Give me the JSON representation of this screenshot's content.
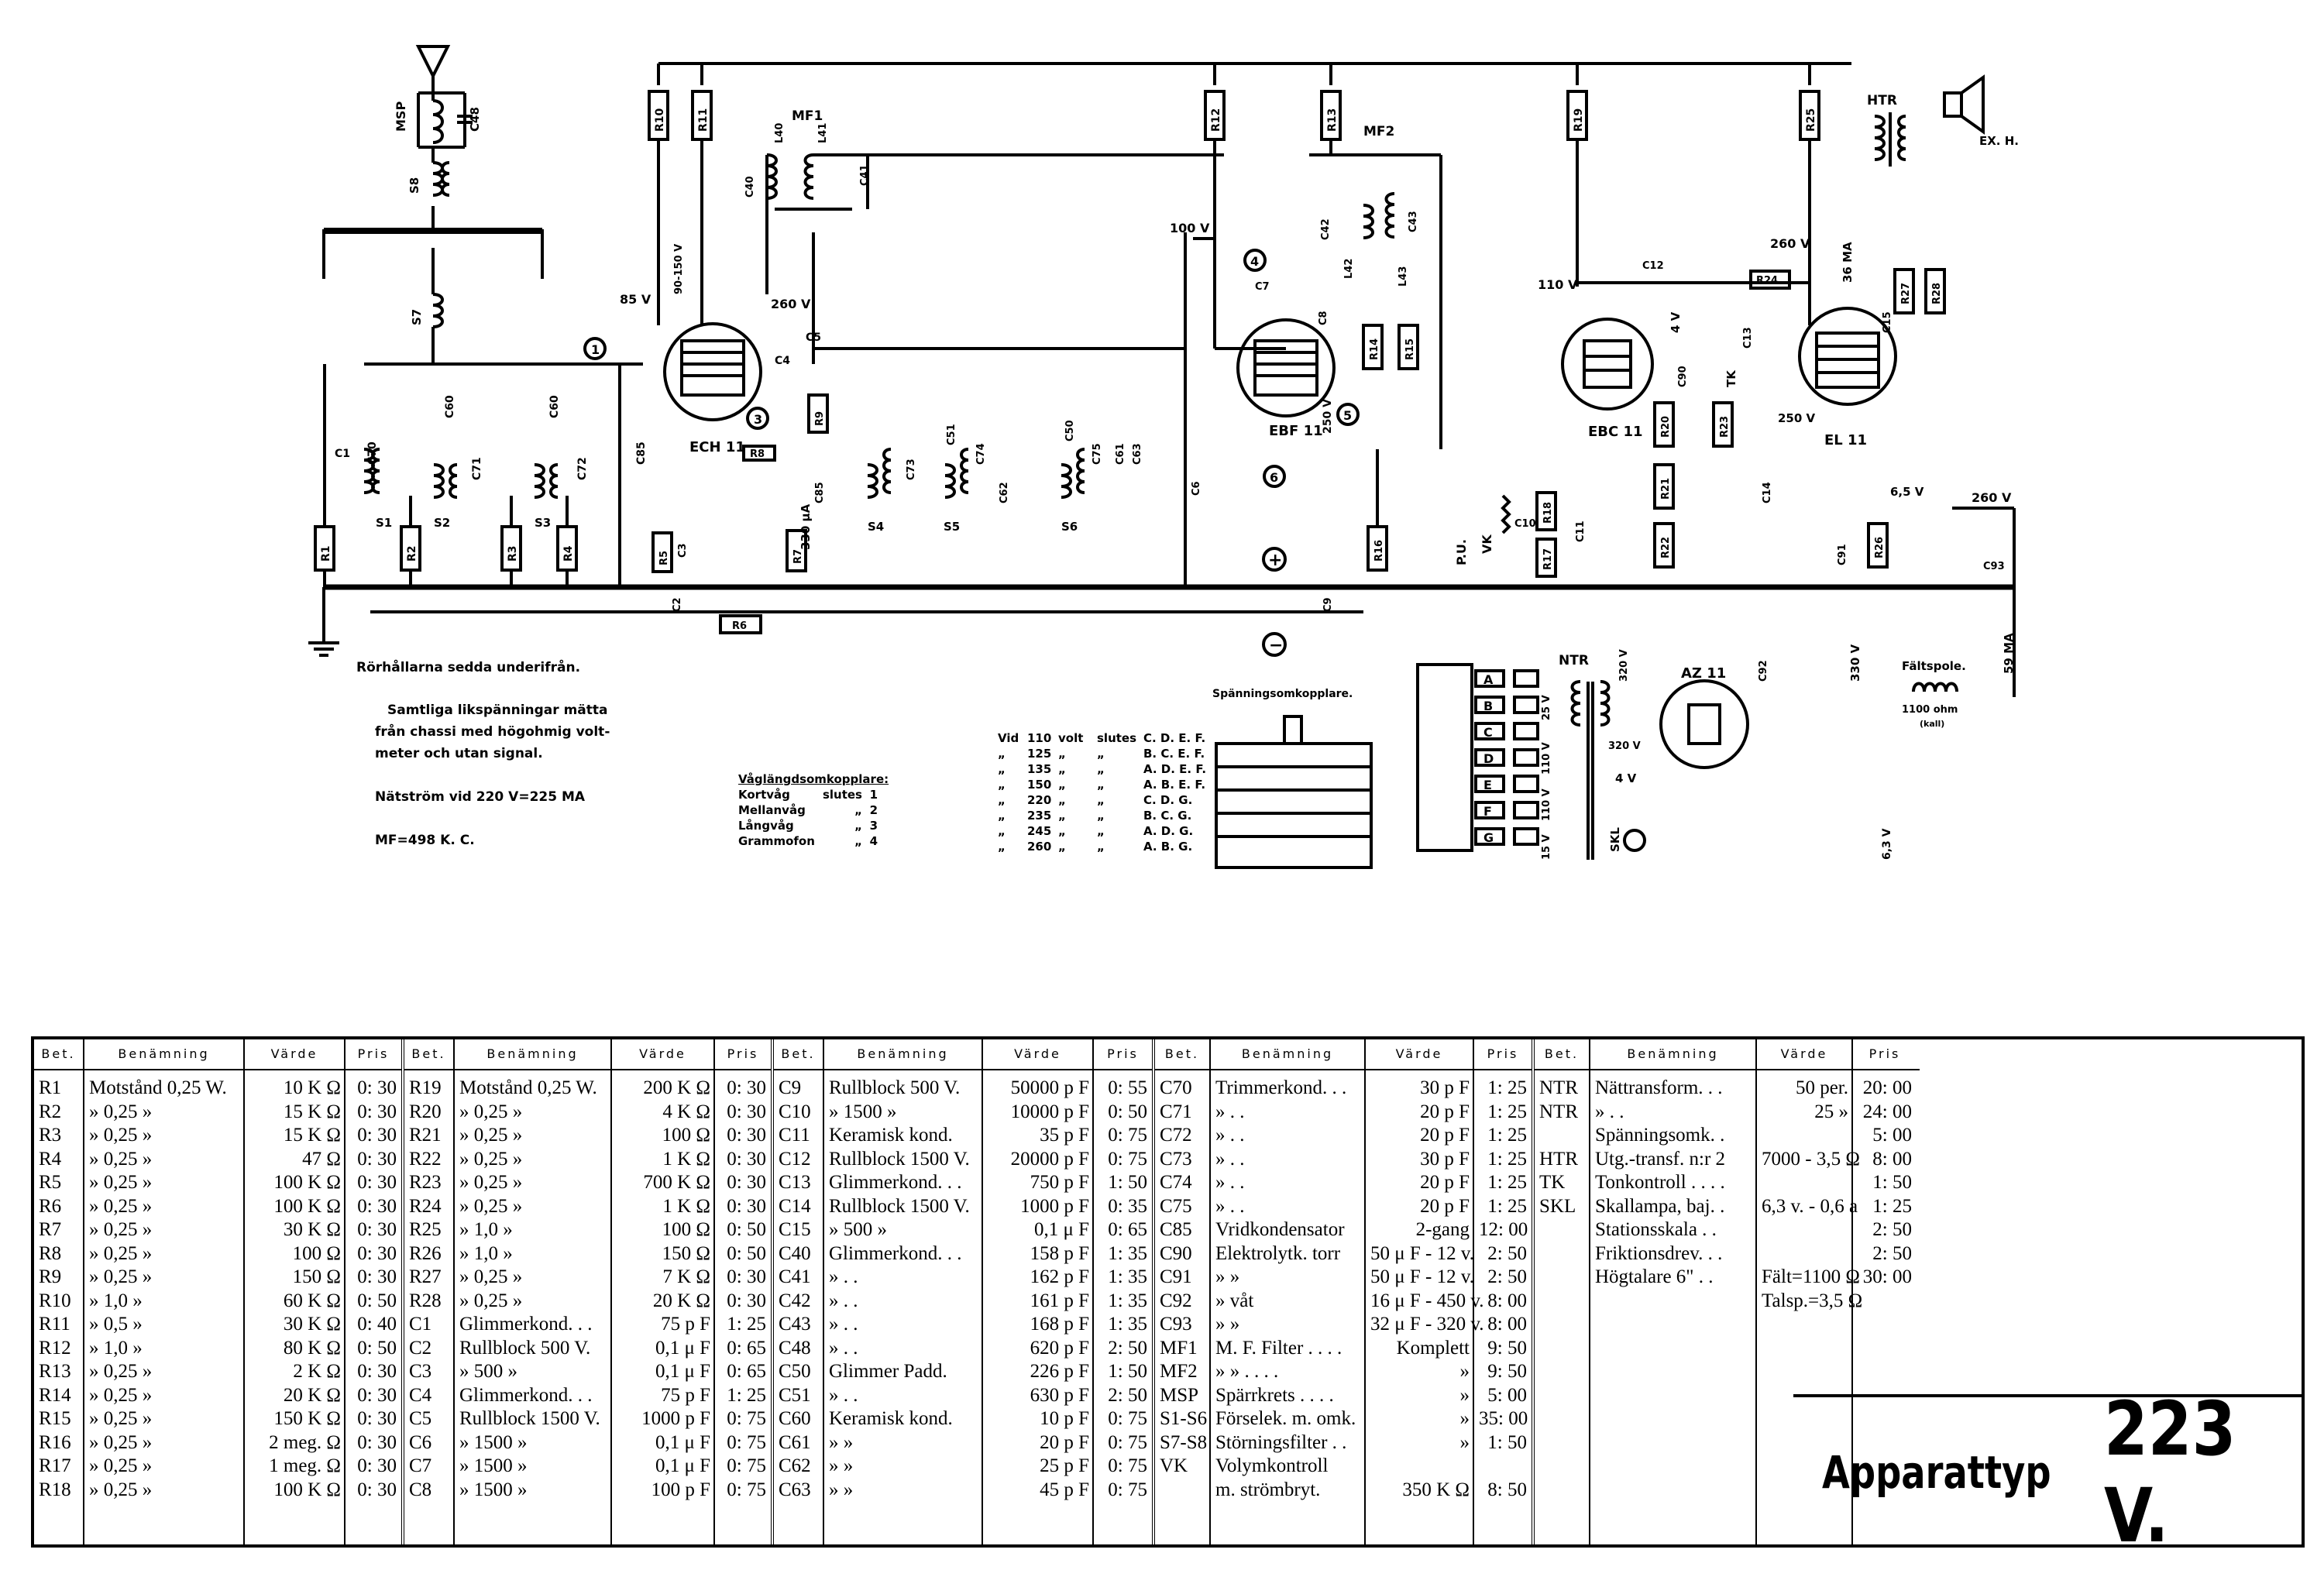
{
  "schematic": {
    "labels": {
      "antenna_coil": "MSP",
      "c48": "C48",
      "s8": "S8",
      "s7": "S7",
      "mf1": "MF1",
      "mf2": "MF2",
      "htr": "HTR",
      "ntr": "NTR",
      "ech11": "ECH 11",
      "ebf11": "EBF 11",
      "ebc11": "EBC 11",
      "el11": "EL 11",
      "az11": "AZ 11",
      "r1": "R1",
      "r2": "R2",
      "r3": "R3",
      "r4": "R4",
      "r5": "R5",
      "r6": "R6",
      "r7": "R7",
      "r8": "R8",
      "r9": "R9",
      "r10": "R10",
      "r11": "R11",
      "r12": "R12",
      "r13": "R13",
      "r14": "R14",
      "r15": "R15",
      "r16": "R16",
      "r17": "R17",
      "r18": "R18",
      "r19": "R19",
      "r20": "R20",
      "r21": "R21",
      "r22": "R22",
      "r23": "R23",
      "r24": "R24",
      "r25": "R25",
      "r26": "R26",
      "r27": "R27",
      "r28": "R28",
      "s1": "S1",
      "s2": "S2",
      "s3": "S3",
      "s4": "S4",
      "s5": "S5",
      "s6": "S6",
      "c1": "C1",
      "c2": "C2",
      "c3": "C3",
      "c4": "C4",
      "c5": "C5",
      "c6": "C6",
      "c7": "C7",
      "c8": "C8",
      "c9": "C9",
      "c10": "C10",
      "c11": "C11",
      "c12": "C12",
      "c13": "C13",
      "c14": "C14",
      "c15": "C15",
      "c40": "C40",
      "c41": "C41",
      "c42": "C42",
      "c43": "C43",
      "c50": "C50",
      "c51": "C51",
      "c60": "C60",
      "c61": "C61",
      "c62": "C62",
      "c63": "C63",
      "c70": "C70",
      "c71": "C71",
      "c72": "C72",
      "c73": "C73",
      "c74": "C74",
      "c75": "C75",
      "c85": "C85",
      "c90": "C90",
      "c91": "C91",
      "c92": "C92",
      "c93": "C93",
      "l40": "L40",
      "l41": "L41",
      "l42": "L42",
      "l43": "L43",
      "tk": "TK",
      "vk": "VK",
      "pu": "P.U.",
      "exh": "EX. H.",
      "skl": "SKL",
      "v85": "85 V",
      "v90": "90-150 V",
      "v260a": "260 V",
      "v100": "100 V",
      "v250": "250 V",
      "v110": "110 V",
      "v4": "4 V",
      "v260b": "260 V",
      "ma36": "36 MA",
      "v250b": "250 V",
      "v6_5": "6,5 V",
      "v260c": "260 V",
      "ma59": "59 MA",
      "v330": "330 V",
      "v320a": "320 V",
      "v320b": "320 V",
      "v25": "25 V",
      "v110b": "110 V",
      "v4b": "4 V",
      "v15": "15 V",
      "v6_3": "6,3 V",
      "ua330": "330 μA",
      "field_coil": "Fältspole.",
      "field_ohm": "1100 ohm",
      "field_cold": "(kall)",
      "spanning_title": "Spänningsomkopplare.",
      "taps": [
        "A",
        "B",
        "C",
        "D",
        "E",
        "F",
        "G"
      ],
      "plus": "+",
      "minus": "−",
      "n1": "1",
      "n3": "3",
      "n4": "4",
      "n5": "5",
      "n6": "6"
    },
    "notes": {
      "n1": "Rörhållarna sedda underifrån.",
      "n2": "Samtliga likspänningar mätta",
      "n3": "från chassi med högohmig volt-",
      "n4": "meter och utan signal.",
      "n5": "Nätström vid 220 V=225 MA",
      "n6": "MF=498 K. C."
    },
    "waveband": {
      "title": "Våglängdsomkopplare:",
      "rows": [
        {
          "name": "Kortvåg",
          "mark": "slutes",
          "num": "1"
        },
        {
          "name": "Mellanvåg",
          "mark": "„",
          "num": "2"
        },
        {
          "name": "Långvåg",
          "mark": "„",
          "num": "3"
        },
        {
          "name": "Grammofon",
          "mark": "„",
          "num": "4"
        }
      ]
    },
    "voltage": {
      "rows": [
        {
          "a": "Vid",
          "v": "110",
          "b": "volt",
          "c": "slutes",
          "d": "C. D. E. F."
        },
        {
          "a": "„",
          "v": "125",
          "b": "„",
          "c": "„",
          "d": "B. C. E. F."
        },
        {
          "a": "„",
          "v": "135",
          "b": "„",
          "c": "„",
          "d": "A. D. E. F."
        },
        {
          "a": "„",
          "v": "150",
          "b": "„",
          "c": "„",
          "d": "A. B. E. F."
        },
        {
          "a": "„",
          "v": "220",
          "b": "„",
          "c": "„",
          "d": "C. D. G."
        },
        {
          "a": "„",
          "v": "235",
          "b": "„",
          "c": "„",
          "d": "B. C. G."
        },
        {
          "a": "„",
          "v": "245",
          "b": "„",
          "c": "„",
          "d": "A. D. G."
        },
        {
          "a": "„",
          "v": "260",
          "b": "„",
          "c": "„",
          "d": "A. B. G."
        }
      ]
    }
  },
  "parts_table": {
    "headers": {
      "bet": "Bet.",
      "ben": "Benämning",
      "var": "Värde",
      "pri": "Pris"
    },
    "blocks": [
      [
        [
          "R1",
          "Motstånd 0,25 W.",
          "10 K Ω",
          "0: 30"
        ],
        [
          "R2",
          "»      0,25 »",
          "15 K Ω",
          "0: 30"
        ],
        [
          "R3",
          "»      0,25 »",
          "15 K Ω",
          "0: 30"
        ],
        [
          "R4",
          "»      0,25 »",
          "47 Ω",
          "0: 30"
        ],
        [
          "R5",
          "»      0,25 »",
          "100 K Ω",
          "0: 30"
        ],
        [
          "R6",
          "»      0,25 »",
          "100 K Ω",
          "0: 30"
        ],
        [
          "R7",
          "»      0,25 »",
          "30 K Ω",
          "0: 30"
        ],
        [
          "R8",
          "»      0,25 »",
          "100 Ω",
          "0: 30"
        ],
        [
          "R9",
          "»      0,25 »",
          "150 Ω",
          "0: 30"
        ],
        [
          "R10",
          "»      1,0 »",
          "60 K Ω",
          "0: 50"
        ],
        [
          "R11",
          "»      0,5 »",
          "30 K Ω",
          "0: 40"
        ],
        [
          "R12",
          "»      1,0 »",
          "80 K Ω",
          "0: 50"
        ],
        [
          "R13",
          "»      0,25 »",
          "2 K Ω",
          "0: 30"
        ],
        [
          "R14",
          "»      0,25 »",
          "20 K Ω",
          "0: 30"
        ],
        [
          "R15",
          "»      0,25 »",
          "150 K Ω",
          "0: 30"
        ],
        [
          "R16",
          "»      0,25 »",
          "2 meg. Ω",
          "0: 30"
        ],
        [
          "R17",
          "»      0,25 »",
          "1 meg. Ω",
          "0: 30"
        ],
        [
          "R18",
          "»      0,25 »",
          "100 K Ω",
          "0: 30"
        ]
      ],
      [
        [
          "R19",
          "Motstånd 0,25 W.",
          "200 K Ω",
          "0: 30"
        ],
        [
          "R20",
          "»      0,25 »",
          "4 K Ω",
          "0: 30"
        ],
        [
          "R21",
          "»      0,25 »",
          "100 Ω",
          "0: 30"
        ],
        [
          "R22",
          "»      0,25 »",
          "1 K Ω",
          "0: 30"
        ],
        [
          "R23",
          "»      0,25 »",
          "700 K Ω",
          "0: 30"
        ],
        [
          "R24",
          "»      0,25 »",
          "1 K Ω",
          "0: 30"
        ],
        [
          "R25",
          "»      1,0 »",
          "100 Ω",
          "0: 50"
        ],
        [
          "R26",
          "»      1,0 »",
          "150 Ω",
          "0: 50"
        ],
        [
          "R27",
          "»      0,25 »",
          "7 K Ω",
          "0: 30"
        ],
        [
          "R28",
          "»      0,25 »",
          "20 K Ω",
          "0: 30"
        ],
        [
          "C1",
          "Glimmerkond. . .",
          "75 p F",
          "1: 25"
        ],
        [
          "C2",
          "Rullblock 500 V.",
          "0,1 μ F",
          "0: 65"
        ],
        [
          "C3",
          "»     500 »",
          "0,1 μ F",
          "0: 65"
        ],
        [
          "C4",
          "Glimmerkond. . .",
          "75 p F",
          "1: 25"
        ],
        [
          "C5",
          "Rullblock 1500 V.",
          "1000 p F",
          "0: 75"
        ],
        [
          "C6",
          "»     1500 »",
          "0,1 μ F",
          "0: 75"
        ],
        [
          "C7",
          "»     1500 »",
          "0,1 μ F",
          "0: 75"
        ],
        [
          "C8",
          "»     1500 »",
          "100 p F",
          "0: 75"
        ]
      ],
      [
        [
          "C9",
          "Rullblock  500 V.",
          "50000 p F",
          "0: 55"
        ],
        [
          "C10",
          "»     1500 »",
          "10000 p F",
          "0: 50"
        ],
        [
          "C11",
          "Keramisk kond.",
          "35 p F",
          "0: 75"
        ],
        [
          "C12",
          "Rullblock 1500 V.",
          "20000 p F",
          "0: 75"
        ],
        [
          "C13",
          "Glimmerkond. . .",
          "750 p F",
          "1: 50"
        ],
        [
          "C14",
          "Rullblock 1500 V.",
          "1000 p F",
          "0: 35"
        ],
        [
          "C15",
          "»     500 »",
          "0,1 μ F",
          "0: 65"
        ],
        [
          "C40",
          "Glimmerkond. . .",
          "158 p F",
          "1: 35"
        ],
        [
          "C41",
          "»        . .",
          "162 p F",
          "1: 35"
        ],
        [
          "C42",
          "»        . .",
          "161 p F",
          "1: 35"
        ],
        [
          "C43",
          "»        . .",
          "168 p F",
          "1: 35"
        ],
        [
          "C48",
          "»        . .",
          "620 p F",
          "2: 50"
        ],
        [
          "C50",
          "Glimmer Padd.",
          "226 p F",
          "1: 50"
        ],
        [
          "C51",
          "»        . .",
          "630 p F",
          "2: 50"
        ],
        [
          "C60",
          "Keramisk kond.",
          "10 p F",
          "0: 75"
        ],
        [
          "C61",
          "»      »",
          "20 p F",
          "0: 75"
        ],
        [
          "C62",
          "»      »",
          "25 p F",
          "0: 75"
        ],
        [
          "C63",
          "»      »",
          "45 p F",
          "0: 75"
        ]
      ],
      [
        [
          "C70",
          "Trimmerkond. . .",
          "30 p F",
          "1: 25"
        ],
        [
          "C71",
          "»        . .",
          "20 p F",
          "1: 25"
        ],
        [
          "C72",
          "»        . .",
          "20 p F",
          "1: 25"
        ],
        [
          "C73",
          "»        . .",
          "30 p F",
          "1: 25"
        ],
        [
          "C74",
          "»        . .",
          "20 p F",
          "1: 25"
        ],
        [
          "C75",
          "»        . .",
          "20 p F",
          "1: 25"
        ],
        [
          "C85",
          "Vridkondensator",
          "2-gang",
          "12: 00"
        ],
        [
          "C90",
          "Elektrolytk. torr",
          "50 μ F - 12 v.",
          "2: 50"
        ],
        [
          "C91",
          "»      »",
          "50 μ F - 12 v.",
          "2: 50"
        ],
        [
          "C92",
          "»      våt",
          "16 μ F - 450 v.",
          "8: 00"
        ],
        [
          "C93",
          "»      »",
          "32 μ F - 320 v.",
          "8: 00"
        ],
        [
          "MF1",
          "M. F. Filter . . . .",
          "Komplett",
          "9: 50"
        ],
        [
          "MF2",
          "»     » . . . .",
          "»",
          "9: 50"
        ],
        [
          "MSP",
          "Spärrkrets . . . .",
          "»",
          "5: 00"
        ],
        [
          "S1-S6",
          "Förselek. m. omk.",
          "»",
          "35: 00"
        ],
        [
          "S7-S8",
          "Störningsfilter . .",
          "»",
          "1: 50"
        ],
        [
          "VK",
          "Volymkontroll",
          "",
          ""
        ],
        [
          "",
          "   m. strömbryt.",
          "350 K Ω",
          "8: 50"
        ]
      ],
      [
        [
          "NTR",
          "Nättransform. . .",
          "50 per.",
          "20: 00"
        ],
        [
          "NTR",
          "»        . .",
          "25  »",
          "24: 00"
        ],
        [
          "",
          "Spänningsomk. .",
          "",
          "5: 00"
        ],
        [
          "HTR",
          "Utg.-transf. n:r 2",
          "7000 - 3,5 Ω",
          "8: 00"
        ],
        [
          "TK",
          "Tonkontroll . . . .",
          "",
          "1: 50"
        ],
        [
          "SKL",
          "Skallampa, baj. .",
          "6,3 v. - 0,6 a",
          "1: 25"
        ],
        [
          "",
          "Stationsskala . .",
          "",
          "2: 50"
        ],
        [
          "",
          "Friktionsdrev. . .",
          "",
          "2: 50"
        ],
        [
          "",
          "Högtalare 6\" . .",
          "Fält=1100 Ω",
          "30: 00"
        ],
        [
          "",
          "",
          "Talsp.=3,5 Ω",
          ""
        ]
      ]
    ],
    "apparatus_label": "Apparattyp",
    "apparatus_type": "223 V."
  }
}
